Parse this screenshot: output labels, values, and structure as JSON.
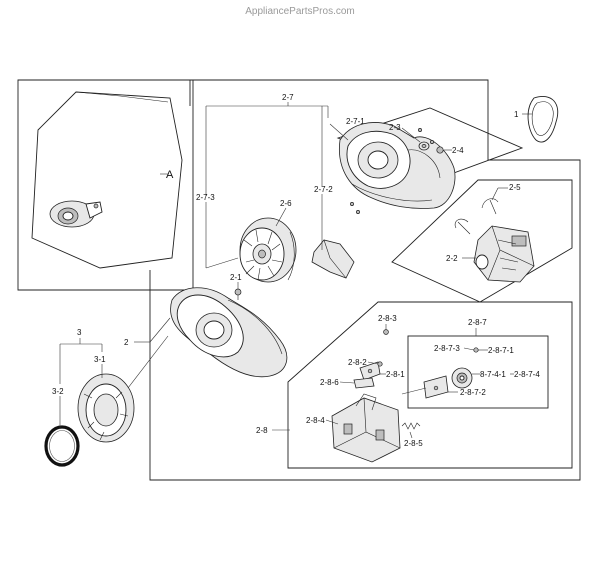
{
  "watermark": "AppliancePartsPros.com",
  "detail_marker": "A",
  "labels": {
    "l1": "1",
    "l2": "2",
    "l2_1": "2-1",
    "l2_2": "2-2",
    "l2_3": "2-3",
    "l2_4": "2-4",
    "l2_5": "2-5",
    "l2_6": "2-6",
    "l2_7": "2-7",
    "l2_7_1": "2-7-1",
    "l2_7_2": "2-7-2",
    "l2_7_3": "2-7-3",
    "l2_8": "2-8",
    "l2_8_1": "2-8-1",
    "l2_8_2": "2-8-2",
    "l2_8_3": "2-8-3",
    "l2_8_4": "2-8-4",
    "l2_8_5": "2-8-5",
    "l2_8_6": "2-8-6",
    "l2_8_7": "2-8-7",
    "l2_8_7_1": "2-8-7-1",
    "l2_8_7_2": "2-8-7-2",
    "l2_8_7_3": "2-8-7-3",
    "l2_8_7_4": "2-8-7-4",
    "l2_8_7_4_1": "8-7-4-1",
    "l3": "3",
    "l3_1": "3-1",
    "l3_2": "3-2"
  }
}
